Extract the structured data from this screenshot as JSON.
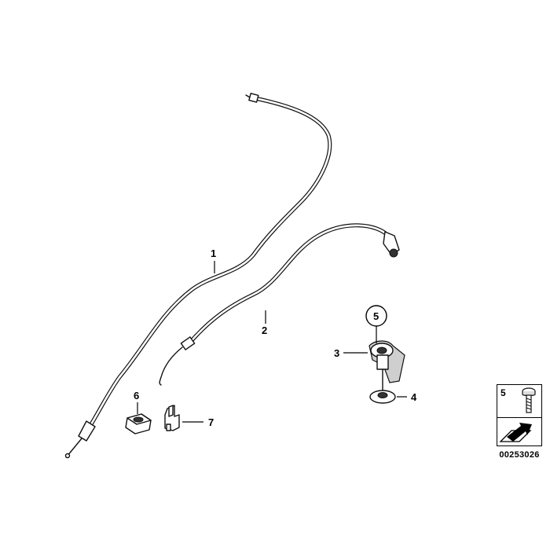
{
  "callouts": {
    "p1": "1",
    "p2": "2",
    "p3": "3",
    "p4": "4",
    "p5": "5",
    "p6": "6",
    "p7": "7"
  },
  "legend": {
    "number": "5",
    "bolt_icon": "bolt-icon",
    "arrow_icon": "arrow-icon"
  },
  "document_number": "00253026"
}
